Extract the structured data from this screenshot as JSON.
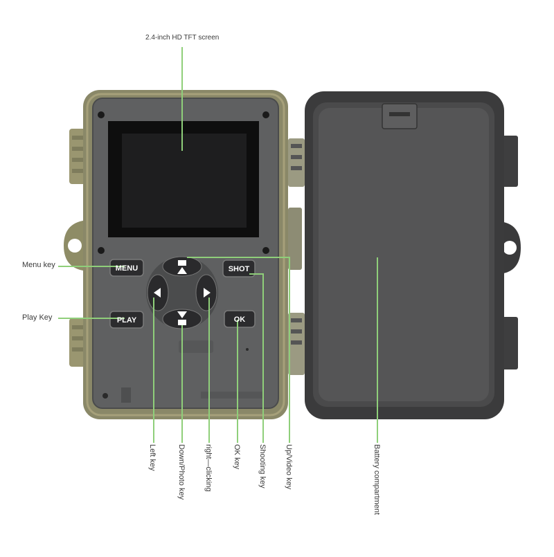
{
  "labels": {
    "screen": "2.4-inch HD TFT screen",
    "menu_key": "Menu key",
    "play_key": "Play Key",
    "left_key": "Left key",
    "down_photo_key": "Down/Photo key",
    "right_clicking": "right—clicking",
    "ok_key": "OK key",
    "shooting_key": "Shooting key",
    "up_video_key": "Up/Video key",
    "battery": "Battery compartment"
  },
  "buttons": {
    "menu": "MENU",
    "play": "PLAY",
    "shot": "SHOT",
    "ok": "OK"
  },
  "colors": {
    "leader_line": "#8fcf7a",
    "camo_frame": "#8a8a6a",
    "panel": "#5c5d5e",
    "screen": "#1c1c1c",
    "button": "#2e2e30"
  }
}
